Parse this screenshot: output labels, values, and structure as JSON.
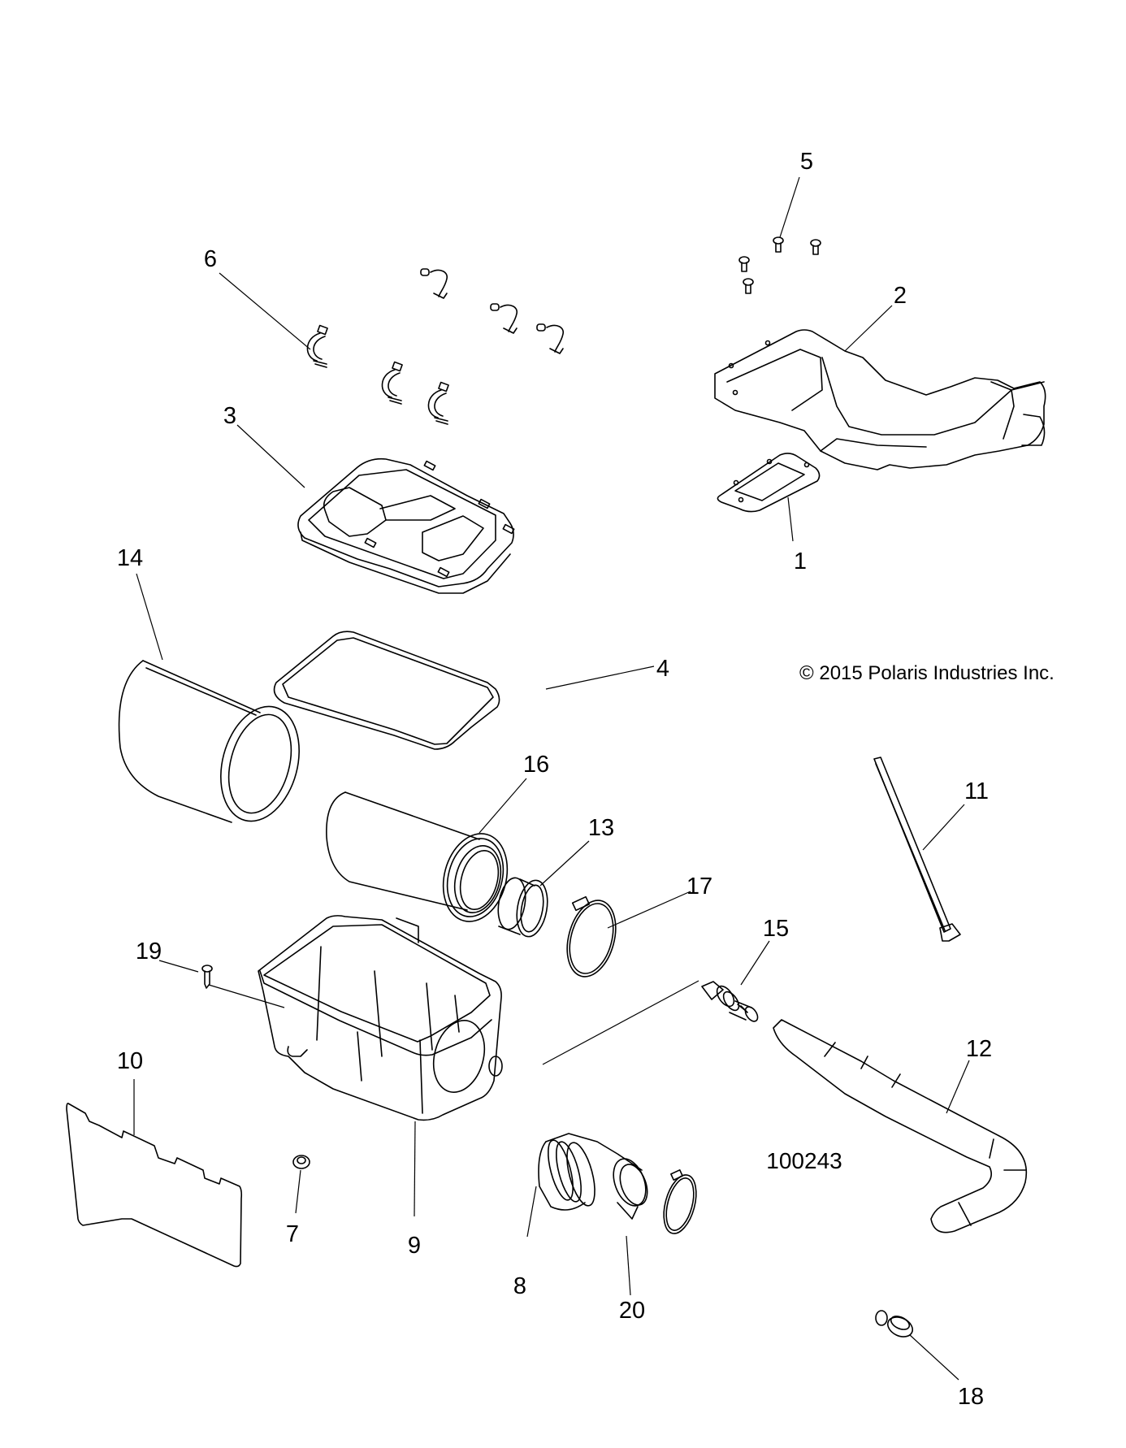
{
  "diagram": {
    "copyright": "© 2015 Polaris Industries Inc.",
    "figure_number": "100243",
    "callouts": [
      {
        "id": "1",
        "label": "1",
        "part": "intake-duct-seal"
      },
      {
        "id": "2",
        "label": "2",
        "part": "intake-duct"
      },
      {
        "id": "3",
        "label": "3",
        "part": "airbox-cover"
      },
      {
        "id": "4",
        "label": "4",
        "part": "cover-gasket"
      },
      {
        "id": "5",
        "label": "5",
        "part": "screw"
      },
      {
        "id": "6",
        "label": "6",
        "part": "cover-clip"
      },
      {
        "id": "7",
        "label": "7",
        "part": "nut"
      },
      {
        "id": "8",
        "label": "8",
        "part": "outlet-boot"
      },
      {
        "id": "9",
        "label": "9",
        "part": "airbox-base"
      },
      {
        "id": "10",
        "label": "10",
        "part": "heat-shield"
      },
      {
        "id": "11",
        "label": "11",
        "part": "cable-tie"
      },
      {
        "id": "12",
        "label": "12",
        "part": "drain-hose"
      },
      {
        "id": "13",
        "label": "13",
        "part": "filter-adapter-ring"
      },
      {
        "id": "14",
        "label": "14",
        "part": "pre-filter-sleeve"
      },
      {
        "id": "15",
        "label": "15",
        "part": "drain-fitting"
      },
      {
        "id": "16",
        "label": "16",
        "part": "air-filter"
      },
      {
        "id": "17",
        "label": "17",
        "part": "hose-clamp"
      },
      {
        "id": "18",
        "label": "18",
        "part": "small-hose-clamp"
      },
      {
        "id": "19",
        "label": "19",
        "part": "screw"
      },
      {
        "id": "20",
        "label": "20",
        "part": "hose-clamp"
      }
    ]
  }
}
